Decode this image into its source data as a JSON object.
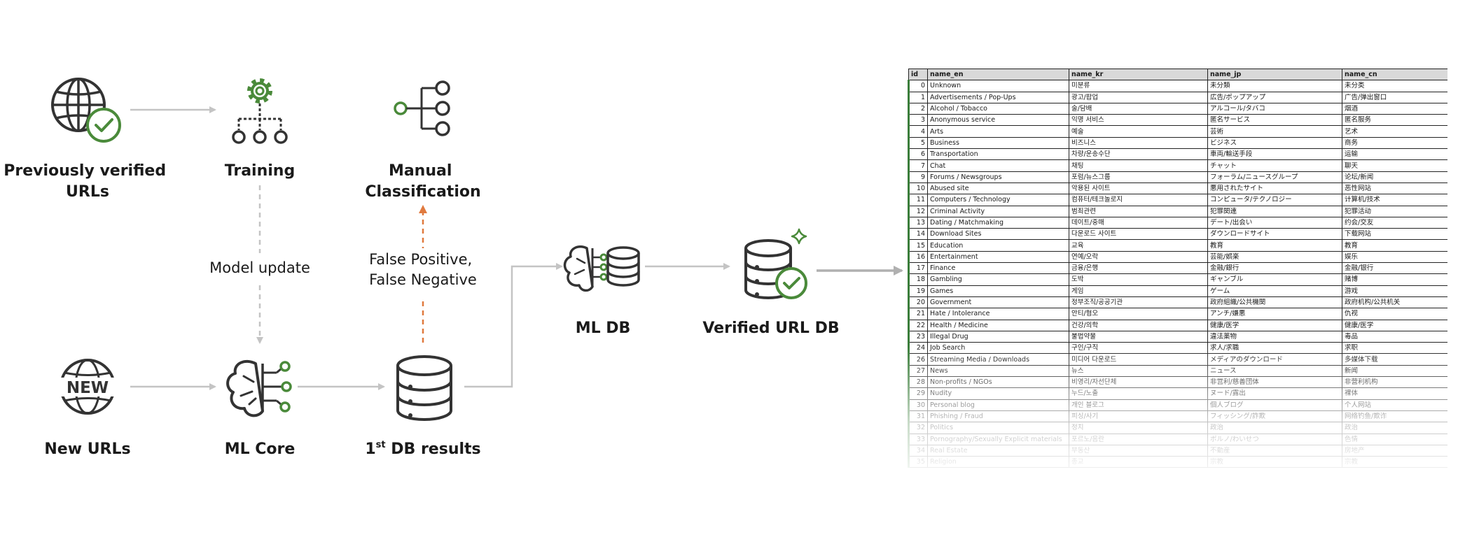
{
  "nodes": {
    "previously_verified": "Previously verified URLs",
    "previously_verified_line1": "Previously verified",
    "previously_verified_line2": "URLs",
    "training": "Training",
    "manual_line1": "Manual",
    "manual_line2": "Classification",
    "new_urls": "New URLs",
    "new_icon_text": "NEW",
    "ml_core": "ML Core",
    "db_results_prefix": "1",
    "db_results_sup": "st",
    "db_results_suffix": " DB results",
    "ml_db": "ML DB",
    "verified_url_db": "Verified URL DB"
  },
  "edges": {
    "model_update": "Model update",
    "false_line1": "False Positive,",
    "false_line2": "False Negative"
  },
  "colors": {
    "green": "#4a8a3a",
    "orange": "#e07a3f",
    "gray_arrow": "#c4c4c4",
    "icon_dark": "#333333"
  },
  "table": {
    "columns": [
      "id",
      "name_en",
      "name_kr",
      "name_jp",
      "name_cn"
    ],
    "rows": [
      [
        "0",
        "Unknown",
        "미분류",
        "未分類",
        "未分类"
      ],
      [
        "1",
        "Advertisements / Pop-Ups",
        "광고/팝업",
        "広告/ポップアップ",
        "广告/弹出窗口"
      ],
      [
        "2",
        "Alcohol / Tobacco",
        "술/담배",
        "アルコール/タバコ",
        "烟酒"
      ],
      [
        "3",
        "Anonymous service",
        "익명 서비스",
        "匿名サービス",
        "匿名服务"
      ],
      [
        "4",
        "Arts",
        "예술",
        "芸術",
        "艺术"
      ],
      [
        "5",
        "Business",
        "비즈니스",
        "ビジネス",
        "商务"
      ],
      [
        "6",
        "Transportation",
        "차량/운송수단",
        "車両/輸送手段",
        "运输"
      ],
      [
        "7",
        "Chat",
        "채팅",
        "チャット",
        "聊天"
      ],
      [
        "9",
        "Forums / Newsgroups",
        "포럼/뉴스그룹",
        "フォーラム/ニュースグループ",
        "论坛/新闻"
      ],
      [
        "10",
        "Abused site",
        "악용된 사이트",
        "悪用されたサイト",
        "恶性网站"
      ],
      [
        "11",
        "Computers / Technology",
        "컴퓨터/테크놀로지",
        "コンピュータ/テクノロジー",
        "计算机/技术"
      ],
      [
        "12",
        "Criminal Activity",
        "범죄관련",
        "犯罪関連",
        "犯罪活动"
      ],
      [
        "13",
        "Dating / Matchmaking",
        "데이트/중매",
        "デート/出会い",
        "约会/交友"
      ],
      [
        "14",
        "Download Sites",
        "다운로드 사이트",
        "ダウンロードサイト",
        "下载网站"
      ],
      [
        "15",
        "Education",
        "교육",
        "教育",
        "教育"
      ],
      [
        "16",
        "Entertainment",
        "연예/오락",
        "芸能/娯楽",
        "娱乐"
      ],
      [
        "17",
        "Finance",
        "금융/은행",
        "金融/銀行",
        "金融/银行"
      ],
      [
        "18",
        "Gambling",
        "도박",
        "ギャンブル",
        "赌博"
      ],
      [
        "19",
        "Games",
        "게임",
        "ゲーム",
        "游戏"
      ],
      [
        "20",
        "Government",
        "정부조직/공공기관",
        "政府組織/公共機関",
        "政府机构/公共机关"
      ],
      [
        "21",
        "Hate / Intolerance",
        "안티/혐오",
        "アンチ/嫌悪",
        "仇视"
      ],
      [
        "22",
        "Health / Medicine",
        "건강/의학",
        "健康/医学",
        "健康/医学"
      ],
      [
        "23",
        "Illegal Drug",
        "불법약물",
        "違法薬物",
        "毒品"
      ],
      [
        "24",
        "Job Search",
        "구인/구직",
        "求人/求職",
        "求职"
      ],
      [
        "26",
        "Streaming Media / Downloads",
        "미디어 다운로드",
        "メディアのダウンロード",
        "多媒体下载"
      ],
      [
        "27",
        "News",
        "뉴스",
        "ニュース",
        "新闻"
      ],
      [
        "28",
        "Non-profits / NGOs",
        "비영리/자선단체",
        "非営利/慈善団体",
        "非营利机构"
      ],
      [
        "29",
        "Nudity",
        "누드/노출",
        "ヌード/露出",
        "裸体"
      ],
      [
        "30",
        "Personal blog",
        "개인 블로그",
        "個人ブログ",
        "个人网站"
      ],
      [
        "31",
        "Phishing / Fraud",
        "피싱/사기",
        "フィッシング/詐欺",
        "网络钓鱼/欺诈"
      ],
      [
        "32",
        "Politics",
        "정치",
        "政治",
        "政治"
      ],
      [
        "33",
        "Pornography/Sexually Explicit materials",
        "포르노/음란",
        "ポルノ/わいせつ",
        "色情"
      ],
      [
        "34",
        "Real Estate",
        "부동산",
        "不動産",
        "房地产"
      ],
      [
        "35",
        "Religion",
        "종교",
        "宗教",
        "宗教"
      ]
    ]
  }
}
